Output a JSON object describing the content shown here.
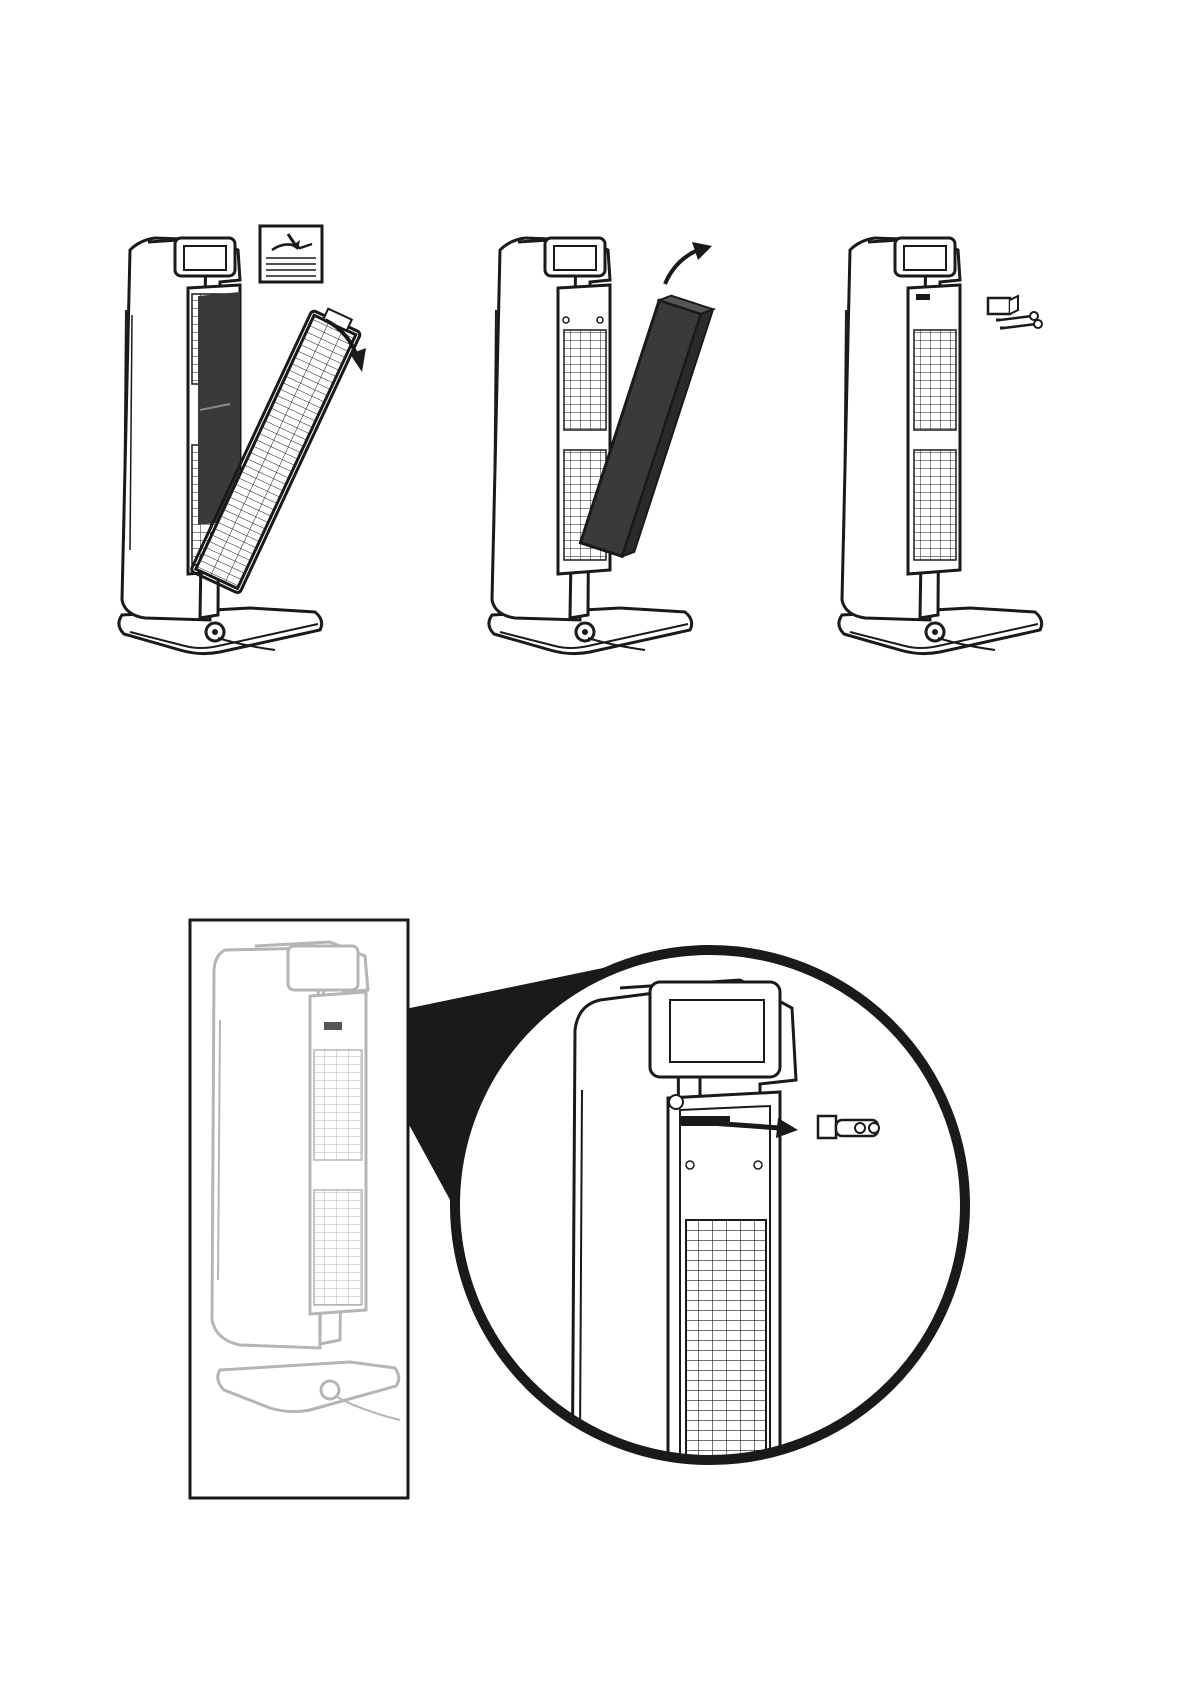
{
  "colors": {
    "ink": "#1a1a1a",
    "filter_dark": "#3a3a3a",
    "faded": "#b5b5b5",
    "paper": "#ffffff"
  },
  "figures": [
    {
      "id": "step-1",
      "shows": "pre-filter-panel-removal"
    },
    {
      "id": "step-2",
      "shows": "carbon-filter-removal"
    },
    {
      "id": "step-3",
      "shows": "uv-bulb-and-screws-removal"
    },
    {
      "id": "detail",
      "shows": "uv-bulb-magnified-removal"
    }
  ]
}
